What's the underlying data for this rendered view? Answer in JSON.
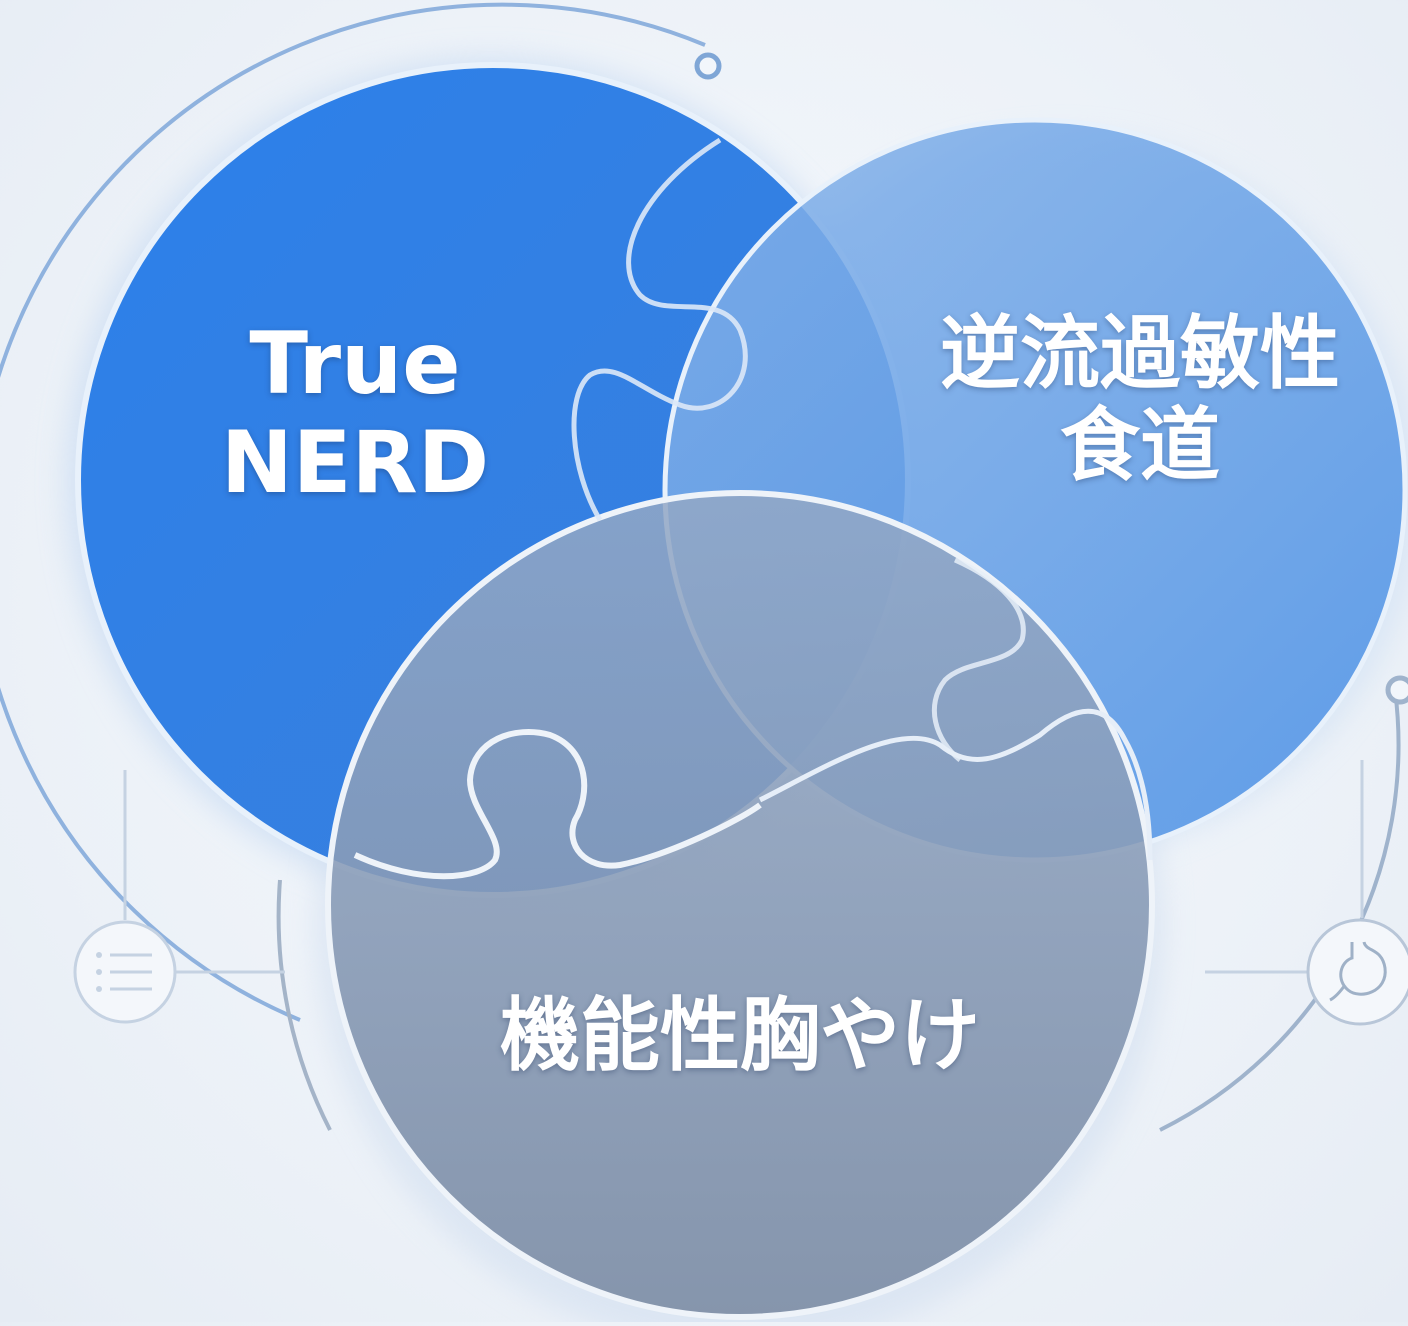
{
  "diagram": {
    "circles": [
      {
        "id": "true-nerd",
        "lines": [
          "True",
          "NERD"
        ],
        "color": "#2f7fe3"
      },
      {
        "id": "reflux-hypersensitivity",
        "lines": [
          "逆流過敏性",
          "食道"
        ],
        "color": "#5d9de8"
      },
      {
        "id": "functional-heartburn",
        "lines": [
          "機能性胸やけ"
        ],
        "color": "#8a9cb3"
      }
    ],
    "icons": {
      "left": "list-icon",
      "right": "stomach-icon"
    }
  }
}
